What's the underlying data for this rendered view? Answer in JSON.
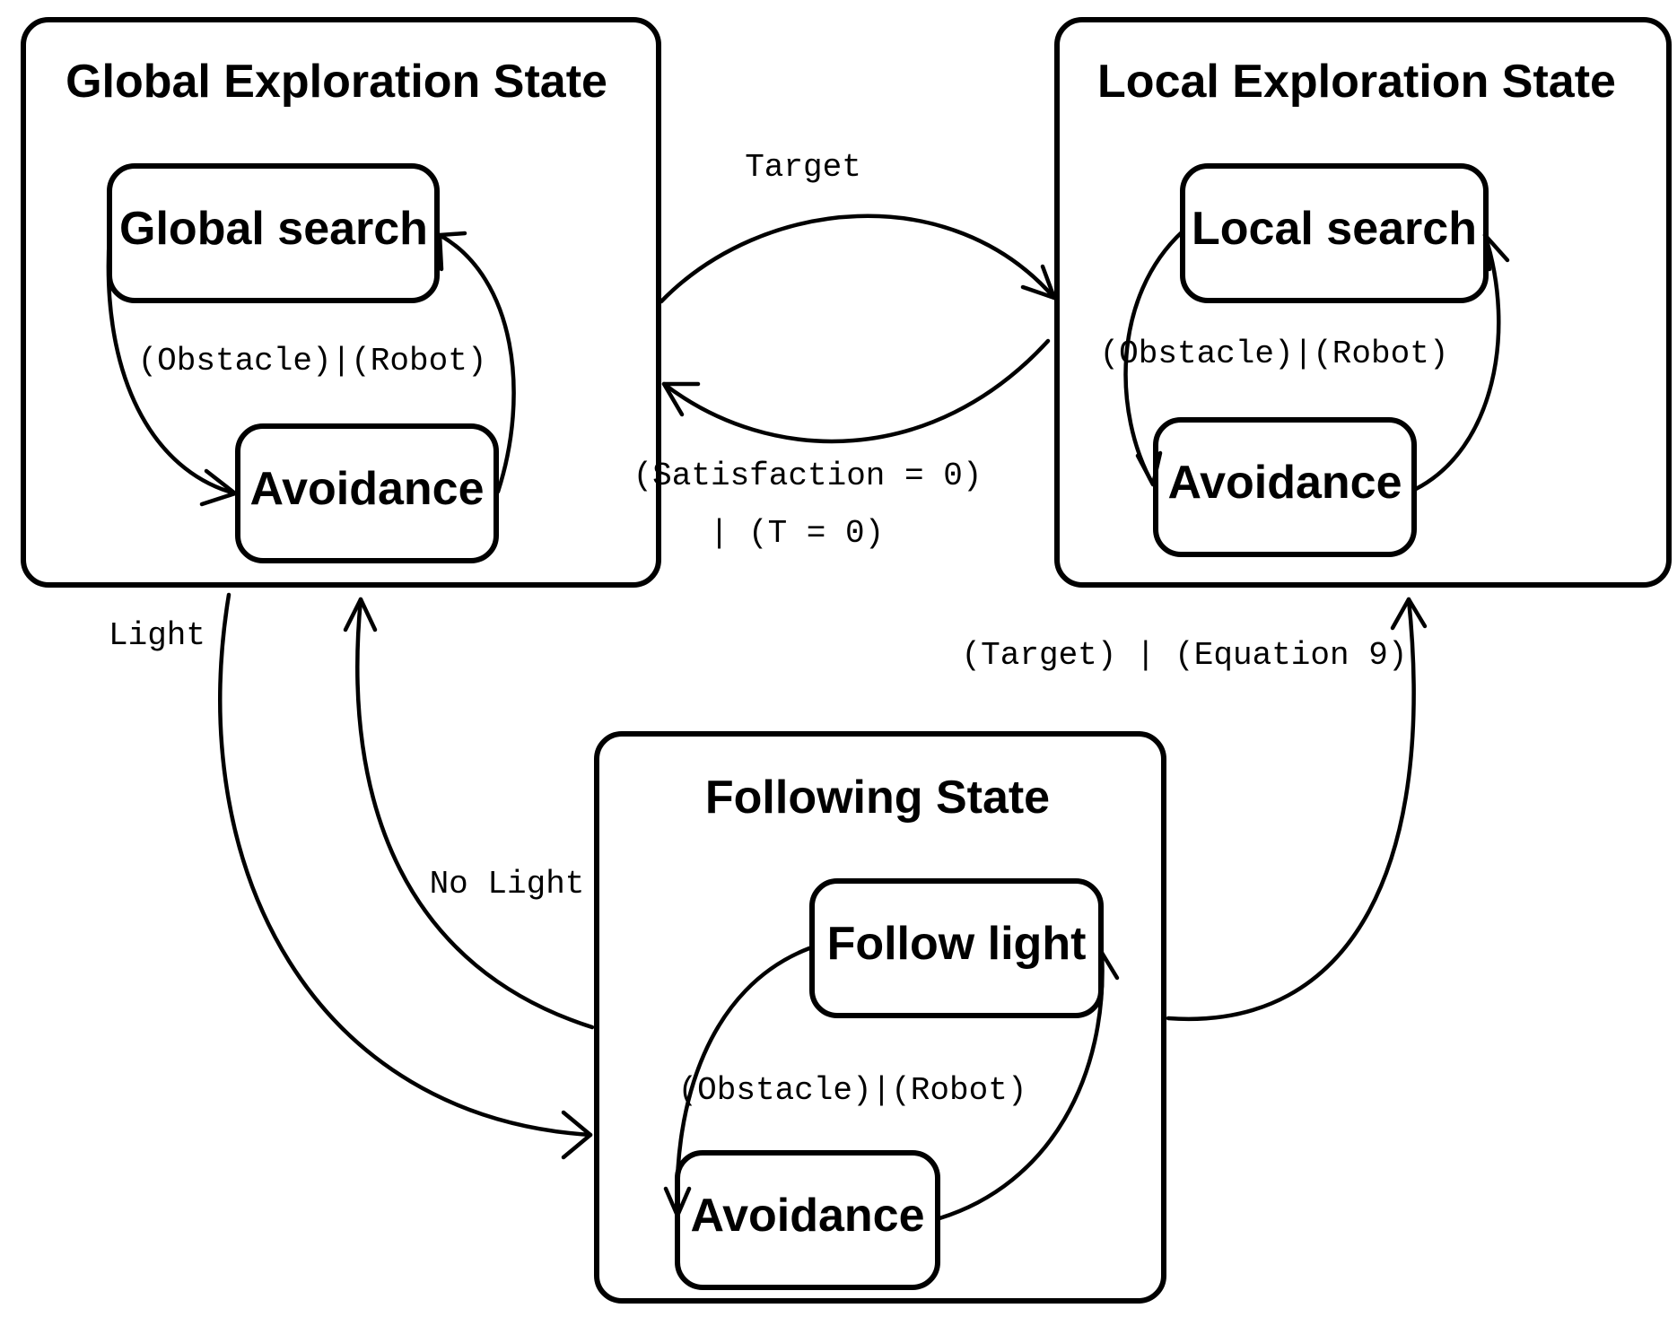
{
  "states": {
    "global": {
      "title": "Global Exploration State",
      "search": "Global search",
      "avoidance": "Avoidance",
      "transition": "(Obstacle)|(Robot)"
    },
    "local": {
      "title": "Local Exploration State",
      "search": "Local search",
      "avoidance": "Avoidance",
      "transition": "(Obstacle)|(Robot)"
    },
    "following": {
      "title": "Following State",
      "follow": "Follow light",
      "avoidance": "Avoidance",
      "transition": "(Obstacle)|(Robot)"
    }
  },
  "transitions": {
    "target": "Target",
    "satisfaction_line1": "(Satisfaction = 0)",
    "satisfaction_line2": "| (T = 0)",
    "light": "Light",
    "no_light": "No Light",
    "target_equation": "(Target) | (Equation 9)"
  },
  "colors": {
    "stroke": "#000000",
    "background": "#ffffff"
  }
}
